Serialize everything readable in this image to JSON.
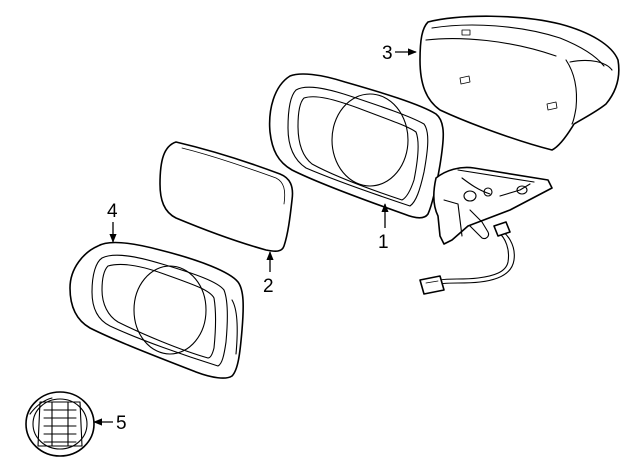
{
  "diagram": {
    "parts": [
      {
        "id": "part-1",
        "callout": "1"
      },
      {
        "id": "part-2",
        "callout": "2"
      },
      {
        "id": "part-3",
        "callout": "3"
      },
      {
        "id": "part-4",
        "callout": "4"
      },
      {
        "id": "part-5",
        "callout": "5"
      }
    ]
  }
}
